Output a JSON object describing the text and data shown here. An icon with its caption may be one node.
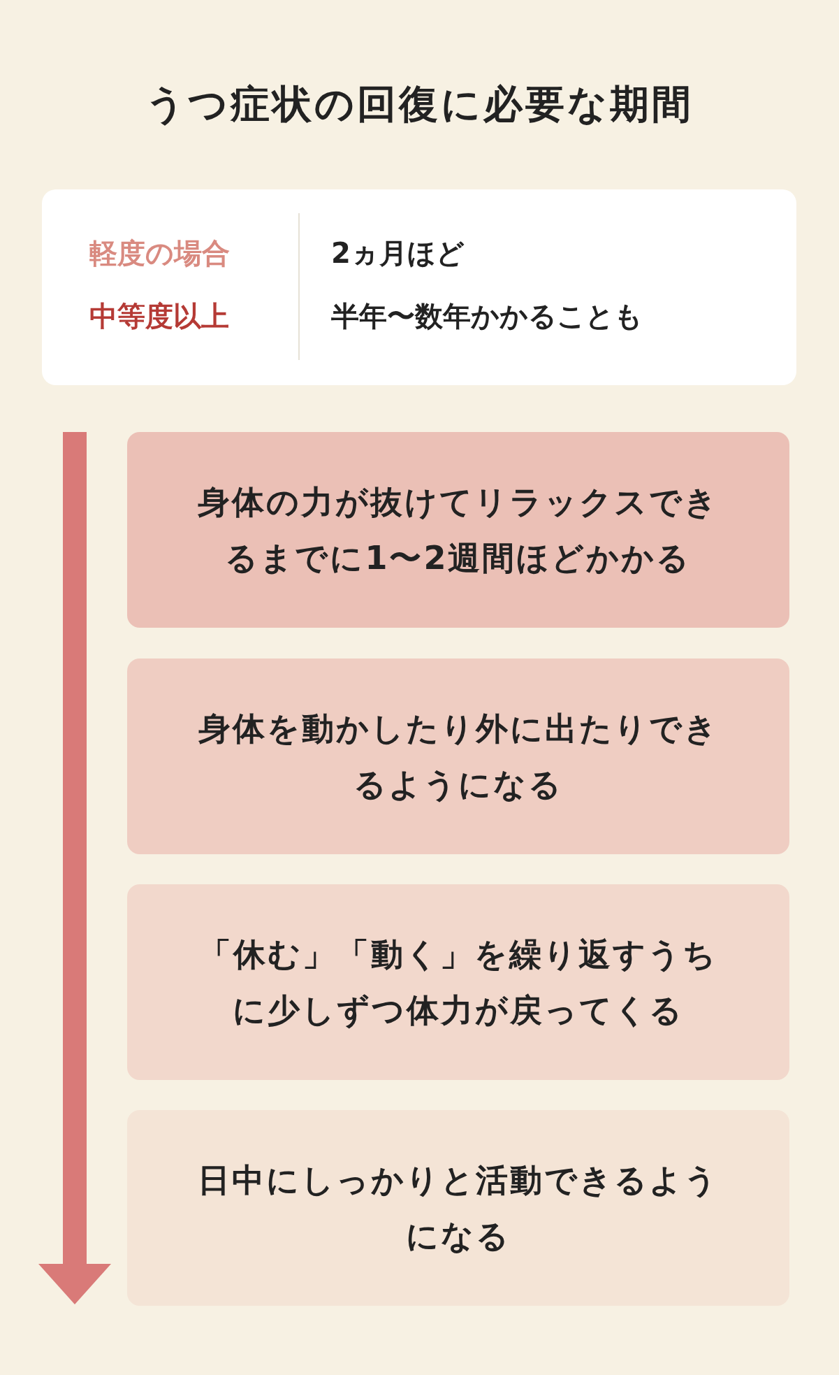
{
  "diagram": {
    "title": "うつ症状の回復に必要な期間",
    "nodes": [
      {
        "text": [
          "軽度の場合",
          "2ヵ月ほど",
          "中等度以上",
          "半年〜数年かかることも"
        ]
      },
      {
        "text": [
          "身体の力が抜けてリラックスできるまでに1〜2週間ほどかかる"
        ]
      },
      {
        "text": [
          "身体を動かしたり外に出たりできるようになる"
        ]
      },
      {
        "text": [
          "「休む」「動く」を繰り返すうちに少しずつ体力が戻ってくる"
        ]
      },
      {
        "text": [
          "日中にしっかりと活動できるようになる"
        ]
      }
    ]
  }
}
